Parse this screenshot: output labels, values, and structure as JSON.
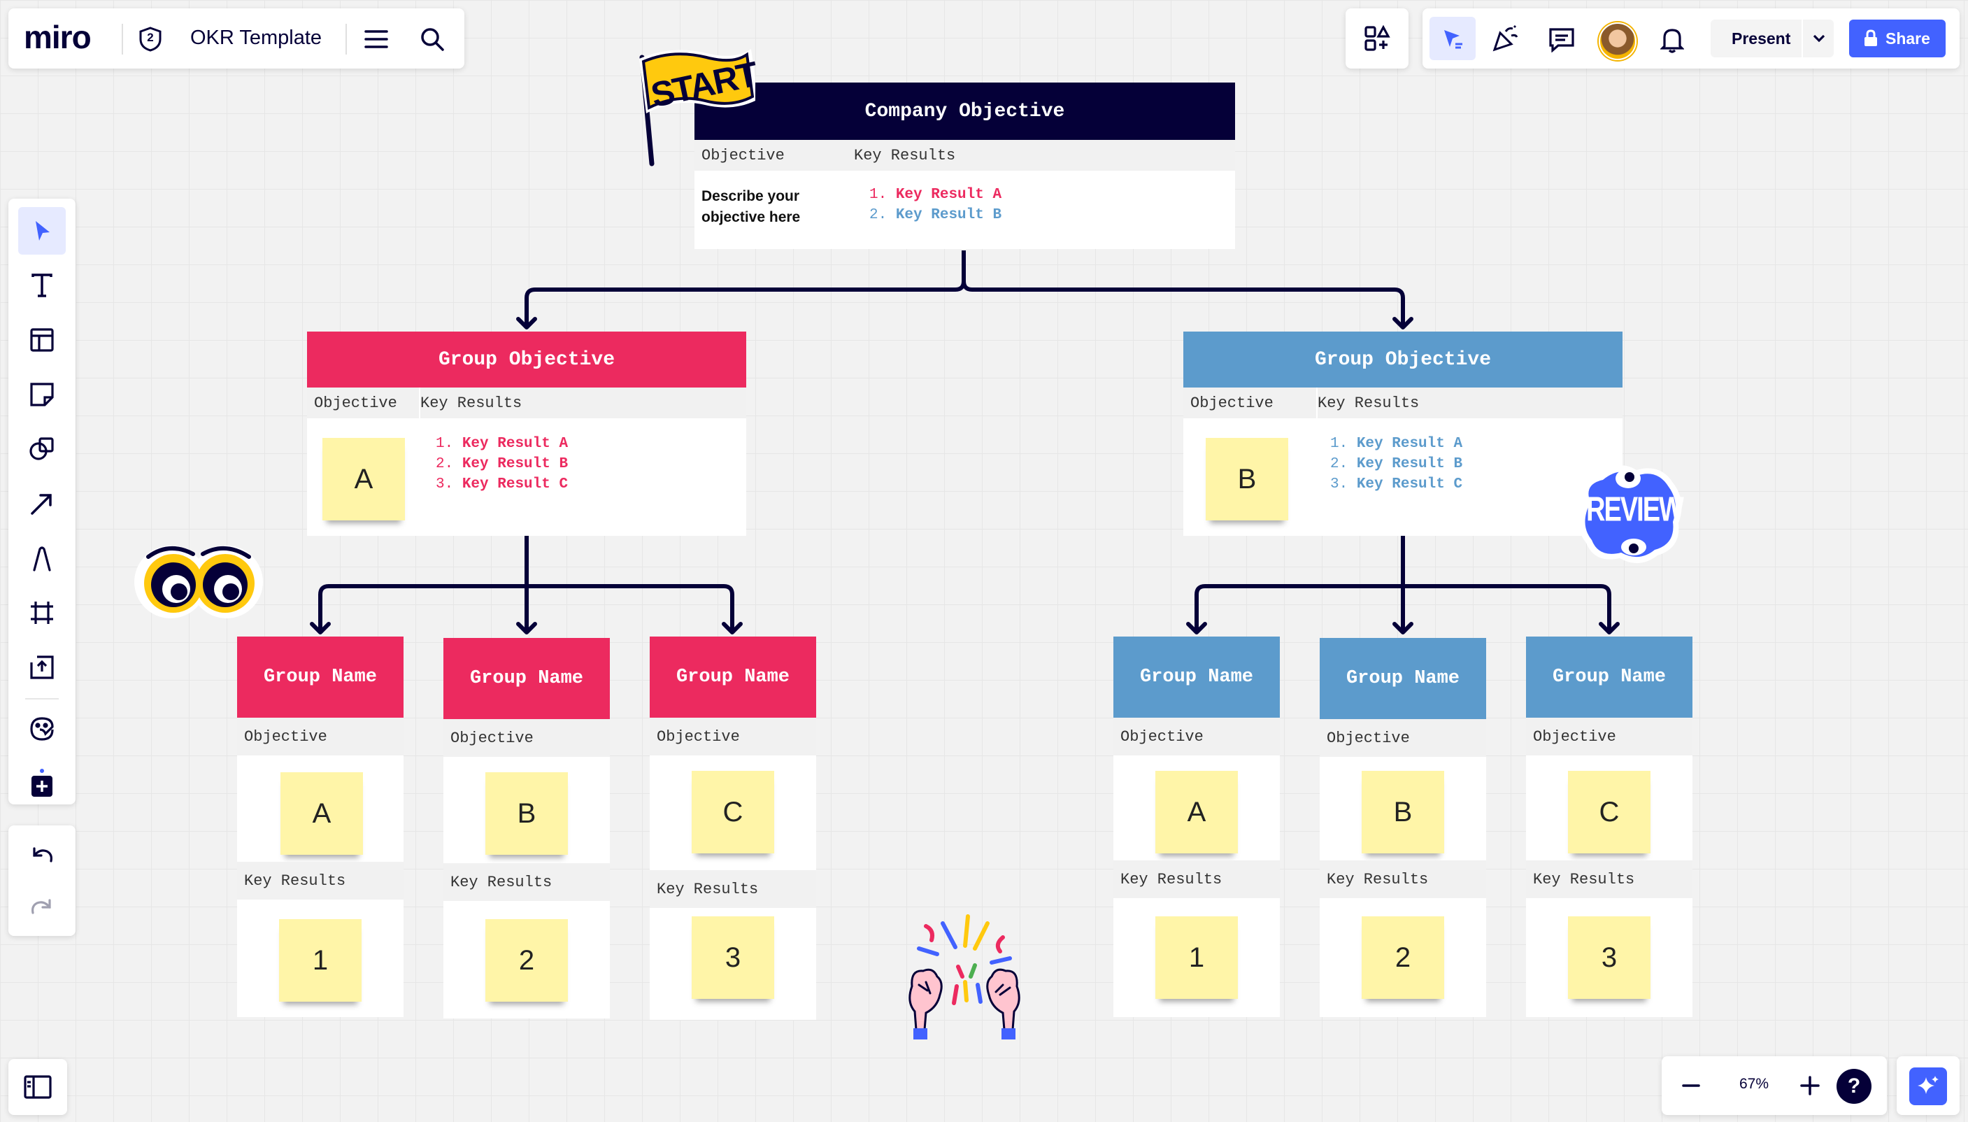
{
  "app": {
    "logo": "miro",
    "board_badge": "2",
    "board_title": "OKR Template"
  },
  "topbar": {
    "present_label": "Present",
    "share_label": "Share"
  },
  "zoom": {
    "level": "67%",
    "help": "?"
  },
  "colors": {
    "navy": "#050038",
    "pink": "#ec2a5f",
    "blue": "#5c9bcc",
    "sticky": "#fff5a8",
    "accent": "#4262ff"
  },
  "company": {
    "title": "Company Objective",
    "col_objective": "Objective",
    "col_key_results": "Key Results",
    "objective_text": "Describe your objective here",
    "key_results": [
      {
        "num": "1.",
        "text": "Key Result A"
      },
      {
        "num": "2.",
        "text": "Key Result B"
      }
    ]
  },
  "groups": [
    {
      "title": "Group Objective",
      "col_objective": "Objective",
      "col_key_results": "Key Results",
      "sticky": "A",
      "key_results": [
        {
          "num": "1.",
          "text": "Key Result A"
        },
        {
          "num": "2.",
          "text": "Key Result B"
        },
        {
          "num": "3.",
          "text": "Key Result C"
        }
      ]
    },
    {
      "title": "Group Objective",
      "col_objective": "Objective",
      "col_key_results": "Key Results",
      "sticky": "B",
      "key_results": [
        {
          "num": "1.",
          "text": "Key Result A"
        },
        {
          "num": "2.",
          "text": "Key Result B"
        },
        {
          "num": "3.",
          "text": "Key Result C"
        }
      ]
    }
  ],
  "teams": [
    {
      "title": "Group Name",
      "objective_label": "Objective",
      "objective_sticky": "A",
      "kr_label": "Key Results",
      "kr_sticky": "1"
    },
    {
      "title": "Group Name",
      "objective_label": "Objective",
      "objective_sticky": "B",
      "kr_label": "Key Results",
      "kr_sticky": "2"
    },
    {
      "title": "Group Name",
      "objective_label": "Objective",
      "objective_sticky": "C",
      "kr_label": "Key Results",
      "kr_sticky": "3"
    },
    {
      "title": "Group Name",
      "objective_label": "Objective",
      "objective_sticky": "A",
      "kr_label": "Key Results",
      "kr_sticky": "1"
    },
    {
      "title": "Group Name",
      "objective_label": "Objective",
      "objective_sticky": "B",
      "kr_label": "Key Results",
      "kr_sticky": "2"
    },
    {
      "title": "Group Name",
      "objective_label": "Objective",
      "objective_sticky": "C",
      "kr_label": "Key Results",
      "kr_sticky": "3"
    }
  ],
  "stickers": {
    "start": "START",
    "review": "REVIEW"
  },
  "icons": [
    "cursor-icon",
    "text-icon",
    "template-icon",
    "sticky-note-icon",
    "shapes-icon",
    "arrow-icon",
    "pen-icon",
    "frame-icon",
    "upload-icon",
    "sticker-icon",
    "more-apps-icon",
    "undo-icon",
    "redo-icon",
    "menu-icon",
    "search-icon",
    "apps-icon",
    "follow-cursor-icon",
    "celebrate-icon",
    "comment-icon",
    "bell-icon",
    "lock-icon",
    "chevron-down-icon",
    "panel-icon",
    "ai-sparkle-icon"
  ]
}
